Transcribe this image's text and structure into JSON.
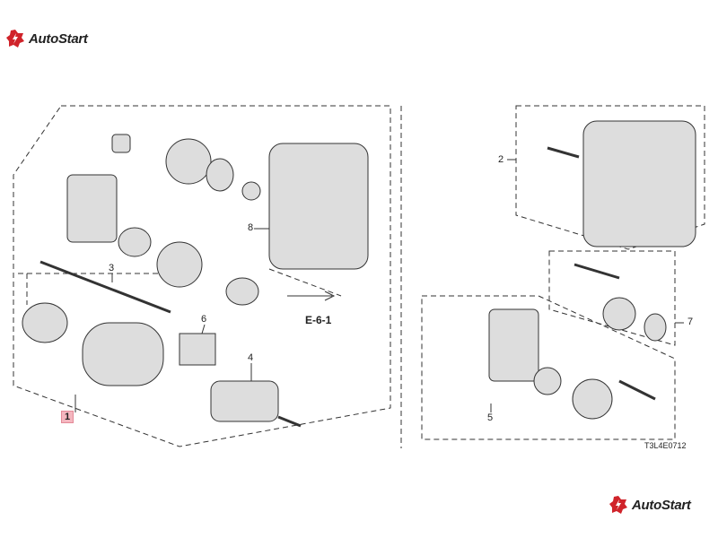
{
  "brand": {
    "name": "AutoStart",
    "accent": "#d0232a"
  },
  "diagram": {
    "callouts": [
      {
        "id": "1",
        "highlighted": true
      },
      {
        "id": "2"
      },
      {
        "id": "3"
      },
      {
        "id": "4"
      },
      {
        "id": "5"
      },
      {
        "id": "6"
      },
      {
        "id": "7"
      },
      {
        "id": "8"
      }
    ],
    "reference": "E-6-1",
    "diagram_code": "T3L4E0712"
  }
}
